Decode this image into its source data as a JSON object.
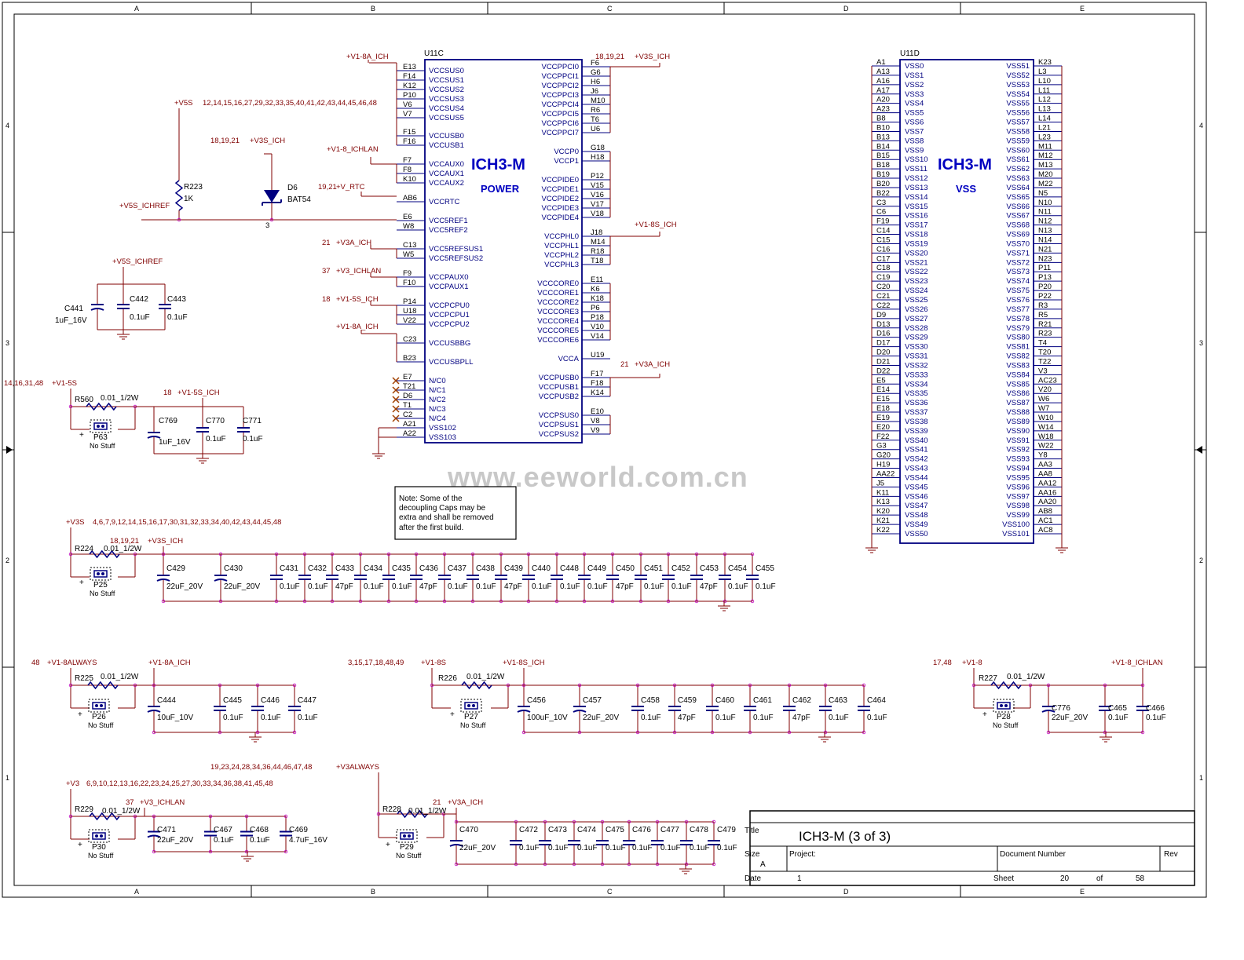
{
  "frame": {
    "columns": [
      "A",
      "B",
      "C",
      "D",
      "E"
    ],
    "rows": [
      "4",
      "3",
      "2",
      "1"
    ]
  },
  "watermark": "www.eeworld.com.cn",
  "u11c": {
    "ref": "U11C",
    "title": "ICH3-M",
    "subtitle": "POWER",
    "left_pins": [
      {
        "num": "E13",
        "name": "VCCSUS0"
      },
      {
        "num": "F14",
        "name": "VCCSUS1"
      },
      {
        "num": "K12",
        "name": "VCCSUS2"
      },
      {
        "num": "P10",
        "name": "VCCSUS3"
      },
      {
        "num": "V6",
        "name": "VCCSUS4"
      },
      {
        "num": "V7",
        "name": "VCCSUS5"
      },
      {
        "num": "F15",
        "name": "VCCUSB0"
      },
      {
        "num": "F16",
        "name": "VCCUSB1"
      },
      {
        "num": "F7",
        "name": "VCCAUX0"
      },
      {
        "num": "F8",
        "name": "VCCAUX1"
      },
      {
        "num": "K10",
        "name": "VCCAUX2"
      },
      {
        "num": "AB6",
        "name": "VCCRTC"
      },
      {
        "num": "E6",
        "name": "VCC5REF1"
      },
      {
        "num": "W8",
        "name": "VCC5REF2"
      },
      {
        "num": "C13",
        "name": "VCC5REFSUS1"
      },
      {
        "num": "W5",
        "name": "VCC5REFSUS2"
      },
      {
        "num": "F9",
        "name": "VCCPAUX0"
      },
      {
        "num": "F10",
        "name": "VCCPAUX1"
      },
      {
        "num": "P14",
        "name": "VCCPCPU0"
      },
      {
        "num": "U18",
        "name": "VCCPCPU1"
      },
      {
        "num": "V22",
        "name": "VCCPCPU2"
      },
      {
        "num": "C23",
        "name": "VCCUSBBG"
      },
      {
        "num": "B23",
        "name": "VCCUSBPLL"
      },
      {
        "num": "E7",
        "name": "N/C0"
      },
      {
        "num": "T21",
        "name": "N/C1"
      },
      {
        "num": "D6",
        "name": "N/C2"
      },
      {
        "num": "T1",
        "name": "N/C3"
      },
      {
        "num": "C2",
        "name": "N/C4"
      },
      {
        "num": "A21",
        "name": "VSS102"
      },
      {
        "num": "A22",
        "name": "VSS103"
      }
    ],
    "right_pins": [
      {
        "num": "F6",
        "name": "VCCPPCI0"
      },
      {
        "num": "G6",
        "name": "VCCPPCI1"
      },
      {
        "num": "H6",
        "name": "VCCPPCI2"
      },
      {
        "num": "J6",
        "name": "VCCPPCI3"
      },
      {
        "num": "M10",
        "name": "VCCPPCI4"
      },
      {
        "num": "R6",
        "name": "VCCPPCI5"
      },
      {
        "num": "T6",
        "name": "VCCPPCI6"
      },
      {
        "num": "U6",
        "name": "VCCPPCI7"
      },
      {
        "num": "G18",
        "name": "VCCP0"
      },
      {
        "num": "H18",
        "name": "VCCP1"
      },
      {
        "num": "P12",
        "name": "VCCPIDE0"
      },
      {
        "num": "V15",
        "name": "VCCPIDE1"
      },
      {
        "num": "V16",
        "name": "VCCPIDE2"
      },
      {
        "num": "V17",
        "name": "VCCPIDE3"
      },
      {
        "num": "V18",
        "name": "VCCPIDE4"
      },
      {
        "num": "J18",
        "name": "VCCPHL0"
      },
      {
        "num": "M14",
        "name": "VCCPHL1"
      },
      {
        "num": "R18",
        "name": "VCCPHL2"
      },
      {
        "num": "T18",
        "name": "VCCPHL3"
      },
      {
        "num": "E11",
        "name": "VCCCORE0"
      },
      {
        "num": "K6",
        "name": "VCCCORE1"
      },
      {
        "num": "K18",
        "name": "VCCCORE2"
      },
      {
        "num": "P6",
        "name": "VCCCORE3"
      },
      {
        "num": "P18",
        "name": "VCCCORE4"
      },
      {
        "num": "V10",
        "name": "VCCCORE5"
      },
      {
        "num": "V14",
        "name": "VCCCORE6"
      },
      {
        "num": "U19",
        "name": "VCCA"
      },
      {
        "num": "F17",
        "name": "VCCPUSB0"
      },
      {
        "num": "F18",
        "name": "VCCPUSB1"
      },
      {
        "num": "K14",
        "name": "VCCPUSB2"
      },
      {
        "num": "E10",
        "name": "VCCPSUS0"
      },
      {
        "num": "V8",
        "name": "VCCPSUS1"
      },
      {
        "num": "V9",
        "name": "VCCPSUS2"
      }
    ]
  },
  "u11d": {
    "ref": "U11D",
    "title": "ICH3-M",
    "subtitle": "VSS",
    "left_pins": [
      {
        "num": "A1",
        "name": "VSS0"
      },
      {
        "num": "A13",
        "name": "VSS1"
      },
      {
        "num": "A16",
        "name": "VSS2"
      },
      {
        "num": "A17",
        "name": "VSS3"
      },
      {
        "num": "A20",
        "name": "VSS4"
      },
      {
        "num": "A23",
        "name": "VSS5"
      },
      {
        "num": "B8",
        "name": "VSS6"
      },
      {
        "num": "B10",
        "name": "VSS7"
      },
      {
        "num": "B13",
        "name": "VSS8"
      },
      {
        "num": "B14",
        "name": "VSS9"
      },
      {
        "num": "B15",
        "name": "VSS10"
      },
      {
        "num": "B18",
        "name": "VSS11"
      },
      {
        "num": "B19",
        "name": "VSS12"
      },
      {
        "num": "B20",
        "name": "VSS13"
      },
      {
        "num": "B22",
        "name": "VSS14"
      },
      {
        "num": "C3",
        "name": "VSS15"
      },
      {
        "num": "C6",
        "name": "VSS16"
      },
      {
        "num": "F19",
        "name": "VSS17"
      },
      {
        "num": "C14",
        "name": "VSS18"
      },
      {
        "num": "C15",
        "name": "VSS19"
      },
      {
        "num": "C16",
        "name": "VSS20"
      },
      {
        "num": "C17",
        "name": "VSS21"
      },
      {
        "num": "C18",
        "name": "VSS22"
      },
      {
        "num": "C19",
        "name": "VSS23"
      },
      {
        "num": "C20",
        "name": "VSS24"
      },
      {
        "num": "C21",
        "name": "VSS25"
      },
      {
        "num": "C22",
        "name": "VSS26"
      },
      {
        "num": "D9",
        "name": "VSS27"
      },
      {
        "num": "D13",
        "name": "VSS28"
      },
      {
        "num": "D16",
        "name": "VSS29"
      },
      {
        "num": "D17",
        "name": "VSS30"
      },
      {
        "num": "D20",
        "name": "VSS31"
      },
      {
        "num": "D21",
        "name": "VSS32"
      },
      {
        "num": "D22",
        "name": "VSS33"
      },
      {
        "num": "E5",
        "name": "VSS34"
      },
      {
        "num": "E14",
        "name": "VSS35"
      },
      {
        "num": "E15",
        "name": "VSS36"
      },
      {
        "num": "E18",
        "name": "VSS37"
      },
      {
        "num": "E19",
        "name": "VSS38"
      },
      {
        "num": "E20",
        "name": "VSS39"
      },
      {
        "num": "F22",
        "name": "VSS40"
      },
      {
        "num": "G3",
        "name": "VSS41"
      },
      {
        "num": "G20",
        "name": "VSS42"
      },
      {
        "num": "H19",
        "name": "VSS43"
      },
      {
        "num": "AA22",
        "name": "VSS44"
      },
      {
        "num": "J5",
        "name": "VSS45"
      },
      {
        "num": "K11",
        "name": "VSS46"
      },
      {
        "num": "K13",
        "name": "VSS47"
      },
      {
        "num": "K20",
        "name": "VSS48"
      },
      {
        "num": "K21",
        "name": "VSS49"
      },
      {
        "num": "K22",
        "name": "VSS50"
      }
    ],
    "right_pins": [
      {
        "num": "K23",
        "name": "VSS51"
      },
      {
        "num": "L3",
        "name": "VSS52"
      },
      {
        "num": "L10",
        "name": "VSS53"
      },
      {
        "num": "L11",
        "name": "VSS54"
      },
      {
        "num": "L12",
        "name": "VSS55"
      },
      {
        "num": "L13",
        "name": "VSS56"
      },
      {
        "num": "L14",
        "name": "VSS57"
      },
      {
        "num": "L21",
        "name": "VSS58"
      },
      {
        "num": "L23",
        "name": "VSS59"
      },
      {
        "num": "M11",
        "name": "VSS60"
      },
      {
        "num": "M12",
        "name": "VSS61"
      },
      {
        "num": "M13",
        "name": "VSS62"
      },
      {
        "num": "M20",
        "name": "VSS63"
      },
      {
        "num": "M22",
        "name": "VSS64"
      },
      {
        "num": "N5",
        "name": "VSS65"
      },
      {
        "num": "N10",
        "name": "VSS66"
      },
      {
        "num": "N11",
        "name": "VSS67"
      },
      {
        "num": "N12",
        "name": "VSS68"
      },
      {
        "num": "N13",
        "name": "VSS69"
      },
      {
        "num": "N14",
        "name": "VSS70"
      },
      {
        "num": "N21",
        "name": "VSS71"
      },
      {
        "num": "N23",
        "name": "VSS72"
      },
      {
        "num": "P11",
        "name": "VSS73"
      },
      {
        "num": "P13",
        "name": "VSS74"
      },
      {
        "num": "P20",
        "name": "VSS75"
      },
      {
        "num": "P22",
        "name": "VSS76"
      },
      {
        "num": "R3",
        "name": "VSS77"
      },
      {
        "num": "R5",
        "name": "VSS78"
      },
      {
        "num": "R21",
        "name": "VSS79"
      },
      {
        "num": "R23",
        "name": "VSS80"
      },
      {
        "num": "T4",
        "name": "VSS81"
      },
      {
        "num": "T20",
        "name": "VSS82"
      },
      {
        "num": "T22",
        "name": "VSS83"
      },
      {
        "num": "V3",
        "name": "VSS84"
      },
      {
        "num": "AC23",
        "name": "VSS85"
      },
      {
        "num": "V20",
        "name": "VSS86"
      },
      {
        "num": "W6",
        "name": "VSS87"
      },
      {
        "num": "W7",
        "name": "VSS88"
      },
      {
        "num": "W10",
        "name": "VSS89"
      },
      {
        "num": "W14",
        "name": "VSS90"
      },
      {
        "num": "W18",
        "name": "VSS91"
      },
      {
        "num": "W22",
        "name": "VSS92"
      },
      {
        "num": "Y8",
        "name": "VSS93"
      },
      {
        "num": "AA3",
        "name": "VSS94"
      },
      {
        "num": "AA8",
        "name": "VSS95"
      },
      {
        "num": "AA12",
        "name": "VSS96"
      },
      {
        "num": "AA16",
        "name": "VSS97"
      },
      {
        "num": "AA20",
        "name": "VSS98"
      },
      {
        "num": "AB8",
        "name": "VSS99"
      },
      {
        "num": "AC1",
        "name": "VSS100"
      },
      {
        "num": "AC8",
        "name": "VSS101"
      }
    ]
  },
  "nets": {
    "u11c_vccsus": "+V1-8A_ICH",
    "u11c_vccppci_refs": "18,19,21",
    "u11c_vccppci": "+V3S_ICH",
    "v5s": "+V5S",
    "v5s_refs": "12,14,15,16,27,29,32,33,35,40,41,42,43,44,45,46,48",
    "d6_refs": "18,19,21",
    "d6_net": "+V3S_ICH",
    "vccaux": "+V1-8_ICHLAN",
    "vrtc_refs": "19,21",
    "vrtc": "+V_RTC",
    "v5s_ichref": "+V5S_ICHREF",
    "v3a_refs": "21",
    "v3a": "+V3A_ICH",
    "v3ichlan_refs": "37",
    "v3ichlan": "+V3_ICHLAN",
    "v15s_refs": "18",
    "v15s": "+V1-5S_ICH",
    "v18a_2": "+V1-8A_ICH",
    "v18s": "+V1-8S_ICH",
    "vccpusb_refs": "21",
    "vccpusb": "+V3A_ICH",
    "v5s_ichref2": "+V5S_ICHREF",
    "v15s_main_refs": "14,16,31,48",
    "v15s_main": "+V1-5S",
    "v15s_ich_refs": "18",
    "v15s_ich": "+V1-5S_ICH",
    "v3s_main": "+V3S",
    "v3s_main_refs": "4,6,7,9,12,14,15,16,17,30,31,32,33,34,40,42,43,44,45,48",
    "v3s_ich_refs": "18,19,21",
    "v3s_ich": "+V3S_ICH",
    "v18always_refs": "48",
    "v18always": "+V1-8ALWAYS",
    "v18a_ich": "+V1-8A_ICH",
    "v18s_main_refs": "3,15,17,18,48,49",
    "v18s_main": "+V1-8S",
    "v18s_ich": "+V1-8S_ICH",
    "v18_refs": "17,48",
    "v18": "+V1-8",
    "v18_ichlan": "+V1-8_ICHLAN",
    "v3always_refs": "19,23,24,28,34,36,44,46,47,48",
    "v3always": "+V3ALWAYS",
    "v3": "+V3",
    "v3_refs": "6,9,10,12,13,16,22,23,24,25,27,30,33,34,36,38,41,45,48",
    "v3ichlan2_refs": "37",
    "v3ichlan2": "+V3_ICHLAN",
    "v3a2_refs": "21",
    "v3a2": "+V3A_ICH"
  },
  "components": {
    "R223": {
      "ref": "R223",
      "value": "1K"
    },
    "D6": {
      "ref": "D6",
      "value": "BAT54",
      "pin": "3"
    },
    "C441": {
      "ref": "C441",
      "value": "1uF_16V"
    },
    "C442": {
      "ref": "C442",
      "value": "0.1uF"
    },
    "C443": {
      "ref": "C443",
      "value": "0.1uF"
    },
    "R560": {
      "ref": "R560",
      "value": "0.01_1/2W"
    },
    "P63": {
      "ref": "P63",
      "note": "No Stuff"
    },
    "C769": {
      "ref": "C769",
      "value": "1uF_16V"
    },
    "C770": {
      "ref": "C770",
      "value": "0.1uF"
    },
    "C771": {
      "ref": "C771",
      "value": "0.1uF"
    },
    "R224": {
      "ref": "R224",
      "value": "0.01_1/2W"
    },
    "P25": {
      "ref": "P25",
      "note": "No Stuff"
    },
    "R225": {
      "ref": "R225",
      "value": "0.01_1/2W"
    },
    "P26": {
      "ref": "P26",
      "note": "No Stuff"
    },
    "R226": {
      "ref": "R226",
      "value": "0.01_1/2W"
    },
    "P27": {
      "ref": "P27",
      "note": "No Stuff"
    },
    "R227": {
      "ref": "R227",
      "value": "0.01_1/2W"
    },
    "P28": {
      "ref": "P28",
      "note": "No Stuff"
    },
    "R229": {
      "ref": "R229",
      "value": "0.01_1/2W"
    },
    "P30": {
      "ref": "P30",
      "note": "No Stuff"
    },
    "R228": {
      "ref": "R228",
      "value": "0.01_1/2W"
    },
    "P29": {
      "ref": "P29",
      "note": "No Stuff"
    }
  },
  "cap_rows": {
    "row_v3s": [
      {
        "ref": "C429",
        "value": "22uF_20V"
      },
      {
        "ref": "C430",
        "value": "22uF_20V"
      },
      {
        "ref": "C431",
        "value": "0.1uF"
      },
      {
        "ref": "C432",
        "value": "0.1uF"
      },
      {
        "ref": "C433",
        "value": "47pF"
      },
      {
        "ref": "C434",
        "value": "0.1uF"
      },
      {
        "ref": "C435",
        "value": "0.1uF"
      },
      {
        "ref": "C436",
        "value": "47pF"
      },
      {
        "ref": "C437",
        "value": "0.1uF"
      },
      {
        "ref": "C438",
        "value": "0.1uF"
      },
      {
        "ref": "C439",
        "value": "47pF"
      },
      {
        "ref": "C440",
        "value": "0.1uF"
      },
      {
        "ref": "C448",
        "value": "0.1uF"
      },
      {
        "ref": "C449",
        "value": "0.1uF"
      },
      {
        "ref": "C450",
        "value": "47pF"
      },
      {
        "ref": "C451",
        "value": "0.1uF"
      },
      {
        "ref": "C452",
        "value": "0.1uF"
      },
      {
        "ref": "C453",
        "value": "47pF"
      },
      {
        "ref": "C454",
        "value": "0.1uF"
      },
      {
        "ref": "C455",
        "value": "0.1uF"
      }
    ],
    "row_v18a": [
      {
        "ref": "C444",
        "value": "10uF_10V"
      },
      {
        "ref": "C445",
        "value": "0.1uF"
      },
      {
        "ref": "C446",
        "value": "0.1uF"
      },
      {
        "ref": "C447",
        "value": "0.1uF"
      }
    ],
    "row_v18s": [
      {
        "ref": "C456",
        "value": "100uF_10V"
      },
      {
        "ref": "C457",
        "value": "22uF_20V"
      },
      {
        "ref": "C458",
        "value": "0.1uF"
      },
      {
        "ref": "C459",
        "value": "47pF"
      },
      {
        "ref": "C460",
        "value": "0.1uF"
      },
      {
        "ref": "C461",
        "value": "0.1uF"
      },
      {
        "ref": "C462",
        "value": "47pF"
      },
      {
        "ref": "C463",
        "value": "0.1uF"
      },
      {
        "ref": "C464",
        "value": "0.1uF"
      }
    ],
    "row_v18lan": [
      {
        "ref": "C776",
        "value": "22uF_20V"
      },
      {
        "ref": "C465",
        "value": "0.1uF"
      },
      {
        "ref": "C466",
        "value": "0.1uF"
      }
    ],
    "row_v3lan": [
      {
        "ref": "C471",
        "value": "22uF_20V"
      },
      {
        "ref": "C467",
        "value": "0.1uF"
      },
      {
        "ref": "C468",
        "value": "0.1uF"
      },
      {
        "ref": "C469",
        "value": "4.7uF_16V"
      }
    ],
    "row_v3a": [
      {
        "ref": "C470",
        "value": "22uF_20V"
      },
      {
        "ref": "C472",
        "value": "0.1uF"
      },
      {
        "ref": "C473",
        "value": "0.1uF"
      },
      {
        "ref": "C474",
        "value": "0.1uF"
      },
      {
        "ref": "C475",
        "value": "0.1uF"
      },
      {
        "ref": "C476",
        "value": "0.1uF"
      },
      {
        "ref": "C477",
        "value": "0.1uF"
      },
      {
        "ref": "C478",
        "value": "0.1uF"
      },
      {
        "ref": "C479",
        "value": "0.1uF"
      }
    ]
  },
  "note": [
    "Note: Some of the",
    "decoupling Caps may be",
    "extra and shall be removed",
    "after the first build."
  ],
  "title_block": {
    "title_label": "Title",
    "title": "ICH3-M (3 of 3)",
    "size_label": "Size",
    "size": "A",
    "project_label": "Project:",
    "document_label": "Document Number",
    "rev_label": "Rev",
    "date_label": "Date",
    "date_value": "1",
    "sheet_label": "Sheet",
    "sheet": "20",
    "of_label": "of",
    "total": "58"
  },
  "colors": {
    "wire": "#800000",
    "body": "#000080",
    "pin_num": "#000000",
    "net": "#800000",
    "title": "#0000c0",
    "cap": "#000080",
    "gray": "#c0c0c0",
    "junction": "#c000c0"
  }
}
